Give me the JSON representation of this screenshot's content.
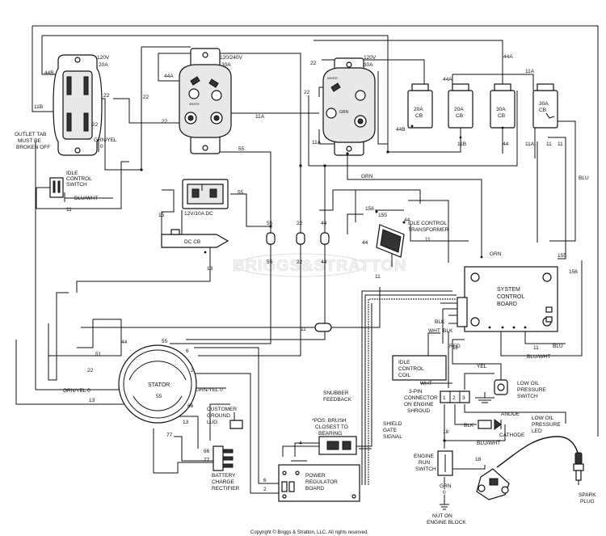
{
  "labels": {
    "outlet1_rating": [
      "120V",
      "20A"
    ],
    "outlet2_rating": [
      "120/240V",
      "30A"
    ],
    "outlet3_rating": [
      "120V",
      "30A"
    ],
    "outlet_tab_note": [
      "OUTLET TAB",
      "MUST BE",
      "BROKEN OFF"
    ],
    "grn_yel_0": [
      "GRN/YEL",
      "0"
    ],
    "idle_control_switch": [
      "IDLE",
      "CONTROL",
      "SWITCH"
    ],
    "blu_wht": "BLU/WHT",
    "dc_rating": "12V/10A DC",
    "dc_cb": "DC CB",
    "cb_20a_1": [
      "20A",
      "CB"
    ],
    "cb_20a_2": [
      "20A",
      "CB"
    ],
    "cb_30a_1": [
      "30A",
      "CB"
    ],
    "cb_30a_2": [
      "30A",
      "CB"
    ],
    "idle_control_transformer": [
      "IDLE CONTROL",
      "TRANSFORMER"
    ],
    "system_control_board": [
      "SYSTEM",
      "CONTROL",
      "BOARD"
    ],
    "grn": "GRN",
    "blu": "BLU",
    "blk": "BLK",
    "wht": "WHT",
    "red": "RED",
    "yel": "YEL",
    "idle_control_coil": [
      "IDLE",
      "CONTROL",
      "COIL"
    ],
    "low_oil_pressure_switch": [
      "LOW OIL",
      "PRESSURE",
      "SWITCH"
    ],
    "three_pin_connector": [
      "3-PIN",
      "CONNECTOR",
      "ON ENGINE",
      "SHROUD"
    ],
    "anode": "ANODE",
    "cathode": "CATHODE",
    "low_oil_pressure_led": [
      "LOW OIL",
      "PRESSURE",
      "LED"
    ],
    "stator": "STATOR",
    "grn_yel_stator": "GRN/YEL 0",
    "grn_yel_left": "GRN/YEL 0",
    "customer_ground_lug": [
      "CUSTOMER",
      "GROUND",
      "LUG"
    ],
    "battery_charge_rectifier": [
      "BATTERY",
      "CHARGE",
      "RECTIFIER"
    ],
    "snubber_feedback": [
      "SNUBBER",
      "FEEDBACK"
    ],
    "shield_gate_signal": [
      "SHIELD",
      "GATE",
      "SIGNAL"
    ],
    "pos_brush": [
      "*POS. BRUSH",
      "CLOSEST TO",
      "BEARING"
    ],
    "power_regulator_board": [
      "POWER",
      "REGULATOR",
      "BOARD"
    ],
    "engine_run_switch": [
      "ENGINE",
      "RUN",
      "SWITCH"
    ],
    "nut_on_engine_block": [
      "NUT ON",
      "ENGINE BLOCK"
    ],
    "spark_plug": [
      "SPARK",
      "PLUG"
    ],
    "grn_bottom": "GRN",
    "zero": "0",
    "white_term": "WHITE",
    "watermark": "BRIGGS&STRATTON",
    "copyright": "Copyright © Briggs & Stratton, LLC. All rights reserved."
  },
  "wire_numbers": {
    "w44b": "44B",
    "w11b_left": "11B",
    "w22_o1": "22",
    "w22_o1b": "22",
    "w44a_o2": "44A",
    "w22_o2": "22",
    "w22_o2b": "22",
    "w11a_mid": "11A",
    "w55_top": "55",
    "w22_o3": "22",
    "w11a_o3": "11A",
    "w44a_top": "44A",
    "w44a_cb": "44A",
    "w11a_top": "11A",
    "w44b_cb": "44B",
    "w11b_cb": "11B",
    "w44_cb": "44",
    "w11a_cb": "11A",
    "w11_cb1": "11",
    "w11_cb2": "11",
    "w55_dc": "55",
    "w15": "15",
    "w11_sw": "11",
    "w55_f1": "55",
    "w22_f2": "22",
    "w44_f3": "44",
    "w55_f1b": "55",
    "w22_f2b": "22",
    "w44_f3b": "44",
    "w13": "13",
    "w156": "156",
    "w155": "155",
    "w44_t1": "44",
    "w44_t2": "44",
    "w11_t": "11",
    "w11_tr": "11",
    "w155_r": "155",
    "w156_r": "156",
    "w11_mid": "11",
    "w51": "51",
    "w44_s": "44",
    "w55_s": "55",
    "w6": "6",
    "w22_s": "22",
    "w2_s": "2",
    "w13_s": "13",
    "w55_sb": "55",
    "w66": "66",
    "w13_r": "13",
    "w77": "77",
    "w66_r": "66",
    "w77_r": "77",
    "w4": "4",
    "w6_p": "6",
    "w2_p": "2",
    "w18": "18",
    "w18_b": "18",
    "w11_scb": "11",
    "w11_right": "11"
  }
}
